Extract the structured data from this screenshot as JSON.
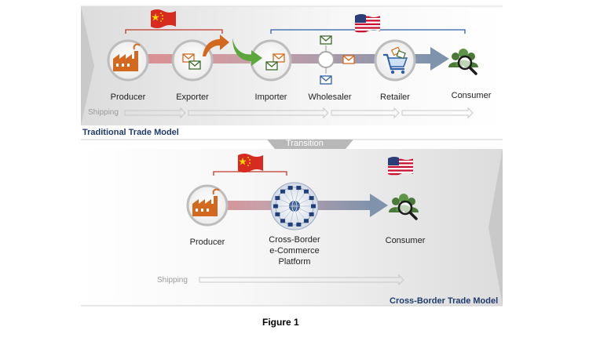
{
  "colors": {
    "producer_orange": "#d2691e",
    "china_red": "#d62b1e",
    "usa_blue": "#3a5ba0",
    "flow_red": "#d98a8a",
    "flow_blue": "#7f93ad",
    "consumer_green": "#4a7a38",
    "title_blue": "#1f3b6e",
    "panel_gray": "#ebebeb"
  },
  "traditional": {
    "title": "Traditional Trade Model",
    "shipping_label": "Shipping",
    "nodes": [
      {
        "label": "Producer",
        "icon": "factory-icon"
      },
      {
        "label": "Exporter",
        "icon": "envelope-icon"
      },
      {
        "label": "Importer",
        "icon": "envelope-icon"
      },
      {
        "label": "Wholesaler",
        "icon": "hub-icon"
      },
      {
        "label": "Retailer",
        "icon": "shopping-cart-icon"
      },
      {
        "label": "Consumer",
        "icon": "consumer-search-icon"
      }
    ]
  },
  "transition": {
    "label": "Transition"
  },
  "crossborder": {
    "title": "Cross-Border Trade Model",
    "shipping_label": "Shipping",
    "producer_label": "Producer",
    "platform_label_lines": [
      "Cross-Border",
      "e-Commerce",
      "Platform"
    ],
    "consumer_label": "Consumer"
  },
  "figure_caption": "Figure 1"
}
